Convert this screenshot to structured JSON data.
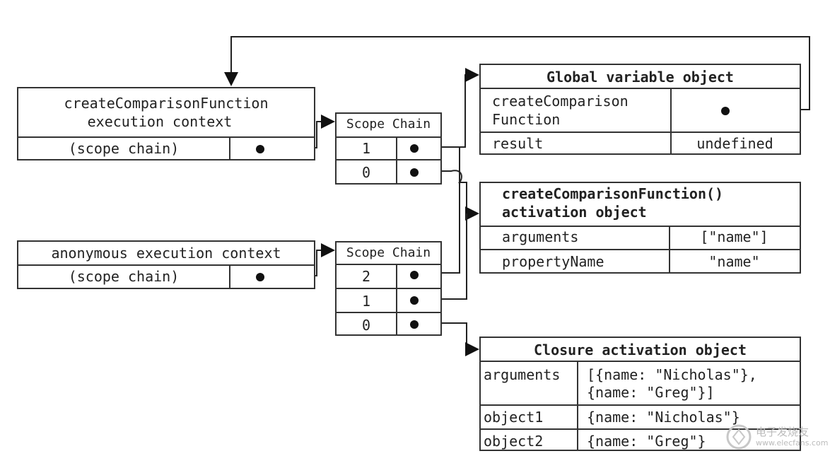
{
  "create_context": {
    "title_line1": "createComparisonFunction",
    "title_line2": "execution context",
    "scope_label": "(scope chain)"
  },
  "anon_context": {
    "title": "anonymous execution context",
    "scope_label": "(scope chain)"
  },
  "scope_chain_1": {
    "header": "Scope Chain",
    "rows": [
      "1",
      "0"
    ]
  },
  "scope_chain_2": {
    "header": "Scope Chain",
    "rows": [
      "2",
      "1",
      "0"
    ]
  },
  "global_object": {
    "title": "Global variable object",
    "rows": [
      {
        "name_line1": "createComparison",
        "name_line2": "Function",
        "value": ""
      },
      {
        "name": "result",
        "value": "undefined"
      }
    ]
  },
  "activation_object": {
    "title_line1": "createComparisonFunction()",
    "title_line2": "activation object",
    "rows": [
      {
        "name": "arguments",
        "value": "[\"name\"]"
      },
      {
        "name": "propertyName",
        "value": "\"name\""
      }
    ]
  },
  "closure_object": {
    "title": "Closure activation object",
    "rows": [
      {
        "name": "arguments",
        "value_line1": "[{name: \"Nicholas\"},",
        "value_line2": "{name: \"Greg\"}]"
      },
      {
        "name": "object1",
        "value": "{name: \"Nicholas\"}"
      },
      {
        "name": "object2",
        "value": "{name: \"Greg\"}"
      }
    ]
  },
  "watermark": {
    "line1": "电子发烧友",
    "line2": "www.elecfans.com"
  }
}
